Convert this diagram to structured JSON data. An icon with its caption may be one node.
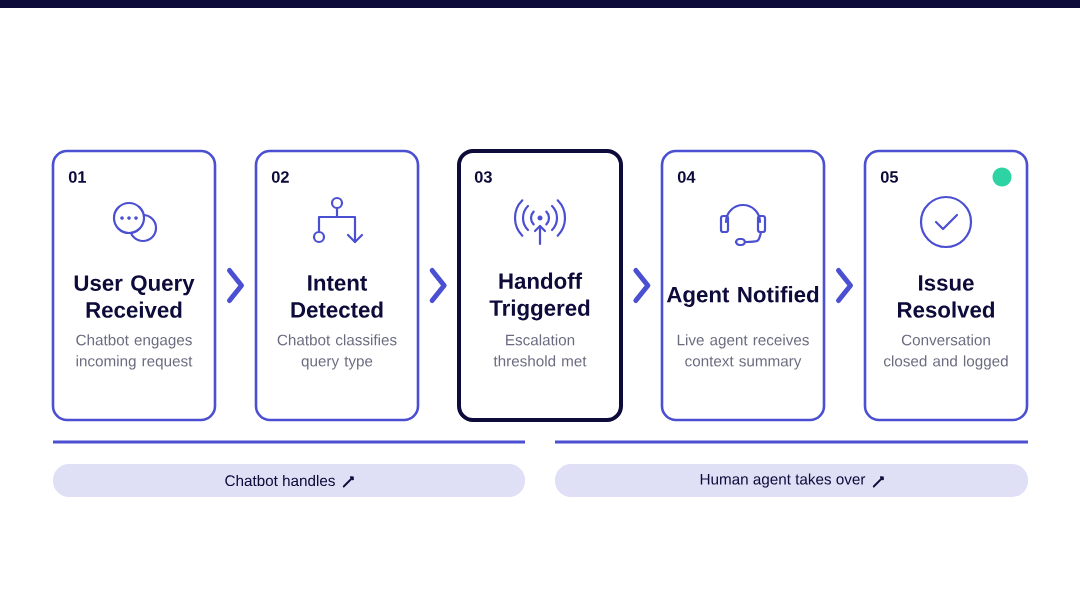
{
  "diagram": {
    "nodes": [
      {
        "text": [
          "01",
          "User Query Received",
          "Chatbot engages incoming request"
        ]
      },
      {
        "text": [
          "02",
          "Intent Detected",
          "Chatbot classifies query type"
        ]
      },
      {
        "text": [
          "03",
          "Handoff Triggered",
          "Escalation threshold met"
        ]
      },
      {
        "text": [
          "04",
          "Agent Notified",
          "Live agent receives context summary"
        ]
      },
      {
        "text": [
          "05",
          "Issue Resolved",
          "Conversation closed and logged"
        ]
      },
      {
        "text": [
          "Chatbot handles"
        ]
      },
      {
        "text": [
          "Human agent takes over"
        ]
      }
    ],
    "edges": [
      {
        "from": 0,
        "to": 1,
        "arrow": "to"
      },
      {
        "from": 1,
        "to": 2,
        "arrow": "to"
      },
      {
        "from": 2,
        "to": 3,
        "arrow": "to"
      },
      {
        "from": 3,
        "to": 4,
        "arrow": "to"
      }
    ]
  }
}
